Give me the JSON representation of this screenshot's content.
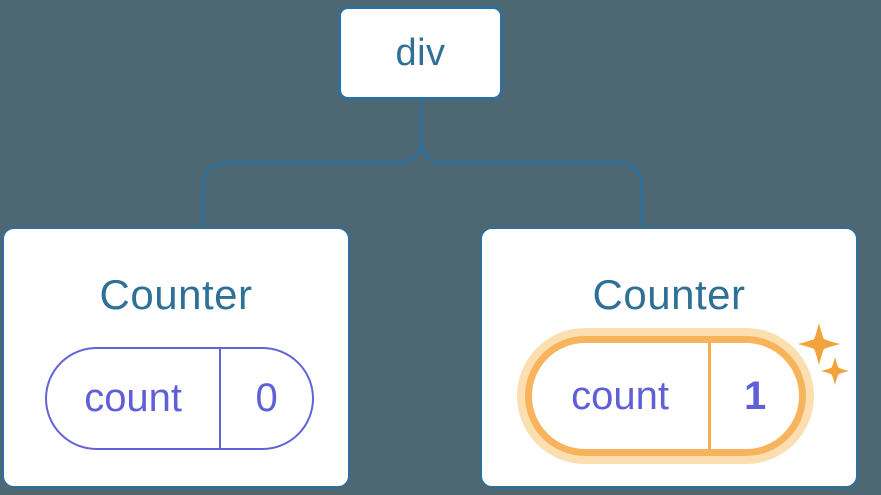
{
  "diagram": {
    "type": "component-tree",
    "root": {
      "label": "div"
    },
    "children": [
      {
        "title": "Counter",
        "state_key": "count",
        "state_value": "0",
        "highlighted": false
      },
      {
        "title": "Counter",
        "state_key": "count",
        "state_value": "1",
        "highlighted": true
      }
    ]
  },
  "colors": {
    "background": "#4D6873",
    "node_fill": "#ffffff",
    "node_border_blue": "#2E6F9B",
    "text_blue": "#2F7196",
    "state_purple": "#5F5FD8",
    "state_border_purple": "#6462D9",
    "highlight_orange_border": "#F8B45C",
    "highlight_orange_glow": "#FCDFB0",
    "sparkle_orange": "#F2A33C"
  },
  "icons": {
    "sparkle": "sparkle-icon"
  }
}
